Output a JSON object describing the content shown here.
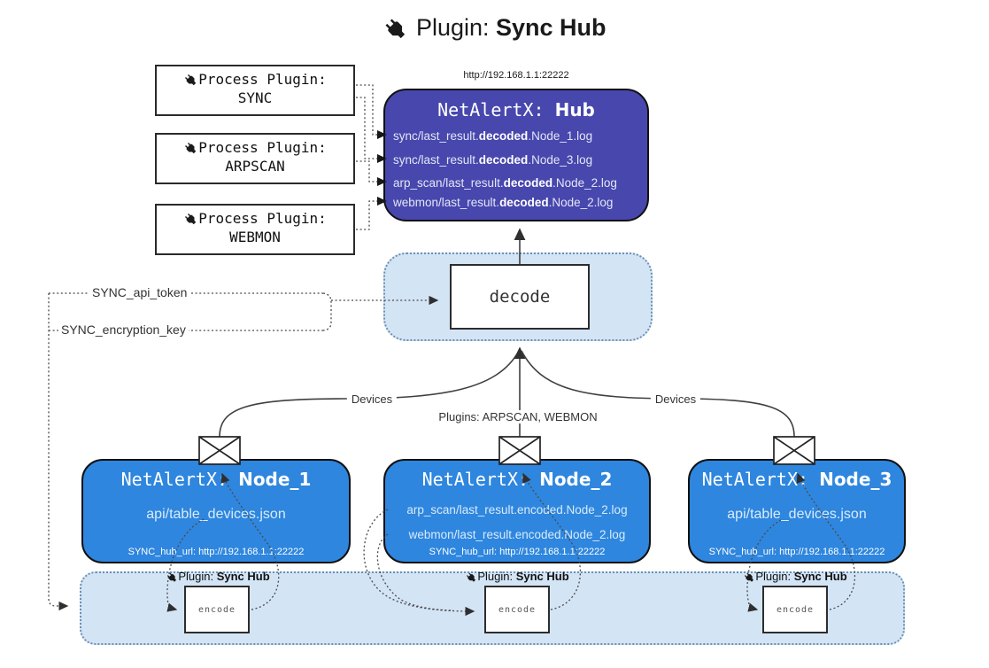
{
  "title": {
    "prefix": "Plugin: ",
    "bold": "Sync Hub"
  },
  "process_plugins": [
    {
      "label": "Process Plugin:",
      "name": "SYNC"
    },
    {
      "label": "Process Plugin:",
      "name": "ARPSCAN"
    },
    {
      "label": "Process Plugin:",
      "name": "WEBMON"
    }
  ],
  "hub": {
    "url": "http://192.168.1.1:22222",
    "title_prefix": "NetAlertX: ",
    "title_name": "Hub",
    "lines": [
      {
        "pre": "sync/last_result.",
        "bold": "decoded",
        "post": ".Node_1.log"
      },
      {
        "pre": "sync/last_result.",
        "bold": "decoded",
        "post": ".Node_3.log"
      },
      {
        "pre": "arp_scan/last_result.",
        "bold": "decoded",
        "post": ".Node_2.log"
      },
      {
        "pre": "webmon/last_result.",
        "bold": "decoded",
        "post": ".Node_2.log"
      }
    ]
  },
  "decode_box": {
    "label": "decode"
  },
  "config": {
    "api_token": "SYNC_api_token",
    "encryption_key": "SYNC_encryption_key"
  },
  "edge_labels": {
    "left": "Devices",
    "middle": "Plugins: ARPSCAN, WEBMON",
    "right": "Devices"
  },
  "nodes": [
    {
      "title_prefix": "NetAlertX: ",
      "title_name": "Node_1",
      "lines": [
        "api/table_devices.json"
      ],
      "footer": "SYNC_hub_url: http://192.168.1.1:22222"
    },
    {
      "title_prefix": "NetAlertX: ",
      "title_name": "Node_2",
      "lines": [
        "arp_scan/last_result.encoded.Node_2.log",
        "webmon/last_result.encoded.Node_2.log"
      ],
      "footer": "SYNC_hub_url: http://192.168.1.1:22222"
    },
    {
      "title_prefix": "NetAlertX: ",
      "title_name": "Node_3",
      "lines": [
        "api/table_devices.json"
      ],
      "footer": "SYNC_hub_url: http://192.168.1.1:22222"
    }
  ],
  "encode_section": {
    "plugin_prefix": "Plugin: ",
    "plugin_bold": "Sync Hub",
    "box_label": "encode"
  },
  "colors": {
    "hub_bg": "#4747ad",
    "node_bg": "#2e86de",
    "panel_bg": "#d3e4f5",
    "panel_border": "#6b90b4",
    "connector": "#3f3f3f",
    "text_on_dark": "#ffffff"
  }
}
